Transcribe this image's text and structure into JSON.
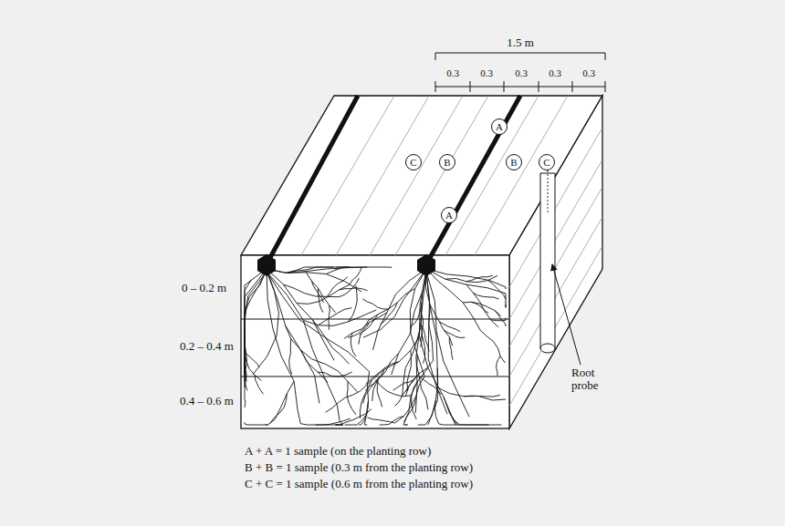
{
  "diagram": {
    "nodes": [
      {
        "text": [
          "A"
        ]
      },
      {
        "text": [
          "C"
        ]
      },
      {
        "text": [
          "B"
        ]
      },
      {
        "text": [
          "B"
        ]
      },
      {
        "text": [
          "C"
        ]
      },
      {
        "text": [
          "A"
        ]
      }
    ],
    "labels": [
      "1.5 m",
      "0.3",
      "0.3",
      "0.3",
      "0.3",
      "0.3",
      "0 – 0.2 m",
      "0.2 – 0.4 m",
      "0.4 – 0.6 m",
      "Root probe",
      "A + A = 1 sample (on the planting row)",
      "B + B = 1 sample (0.3 m from the planting row)",
      "C + C = 1 sample (0.6 m from the planting row)"
    ]
  }
}
